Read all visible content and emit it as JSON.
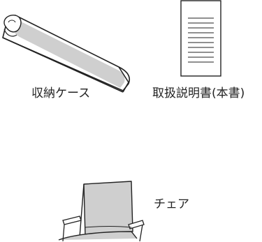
{
  "items": [
    {
      "label": "収納ケース",
      "icon": "storage-case"
    },
    {
      "label": "取扱説明書(本書)",
      "icon": "instruction-manual"
    },
    {
      "label": "チェア",
      "icon": "folding-chair"
    }
  ],
  "colors": {
    "outline": "#222222",
    "fill": "#cfcfcf",
    "paper": "#ffffff"
  }
}
